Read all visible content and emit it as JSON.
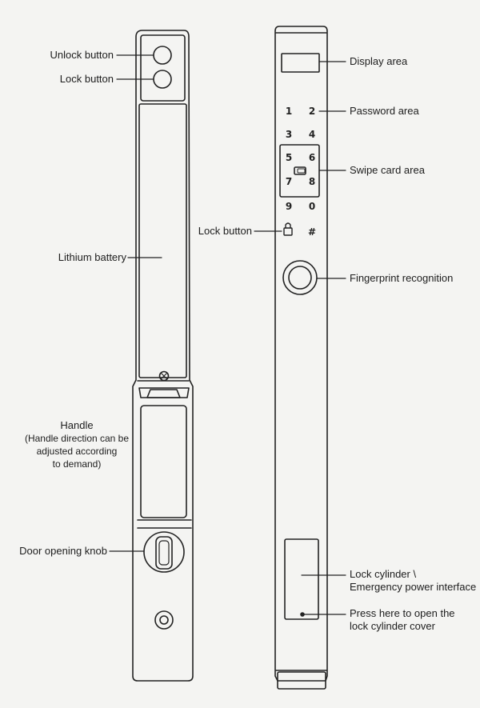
{
  "labels": {
    "unlock_button": "Unlock button",
    "lock_button_left": "Lock button",
    "lithium_battery": "Lithium battery",
    "handle_title": "Handle",
    "handle_note": [
      "(Handle direction can be",
      "adjusted according",
      "to demand)"
    ],
    "door_opening_knob": "Door opening knob",
    "display_area": "Display area",
    "password_area": "Password area",
    "swipe_card_area": "Swipe card area",
    "lock_button_right": "Lock button",
    "fingerprint_recognition": "Fingerprint recognition",
    "lock_cylinder": [
      "Lock cylinder \\",
      "Emergency power interface"
    ],
    "press_here": [
      "Press here to open the",
      "lock cylinder cover"
    ]
  },
  "keypad": {
    "k1": "1",
    "k2": "2",
    "k3": "3",
    "k4": "4",
    "k5": "5",
    "k6": "6",
    "k7": "7",
    "k8": "8",
    "k9": "9",
    "k0": "0",
    "hash": "#"
  },
  "colors": {
    "line": "#222222",
    "background": "#f4f4f2"
  }
}
